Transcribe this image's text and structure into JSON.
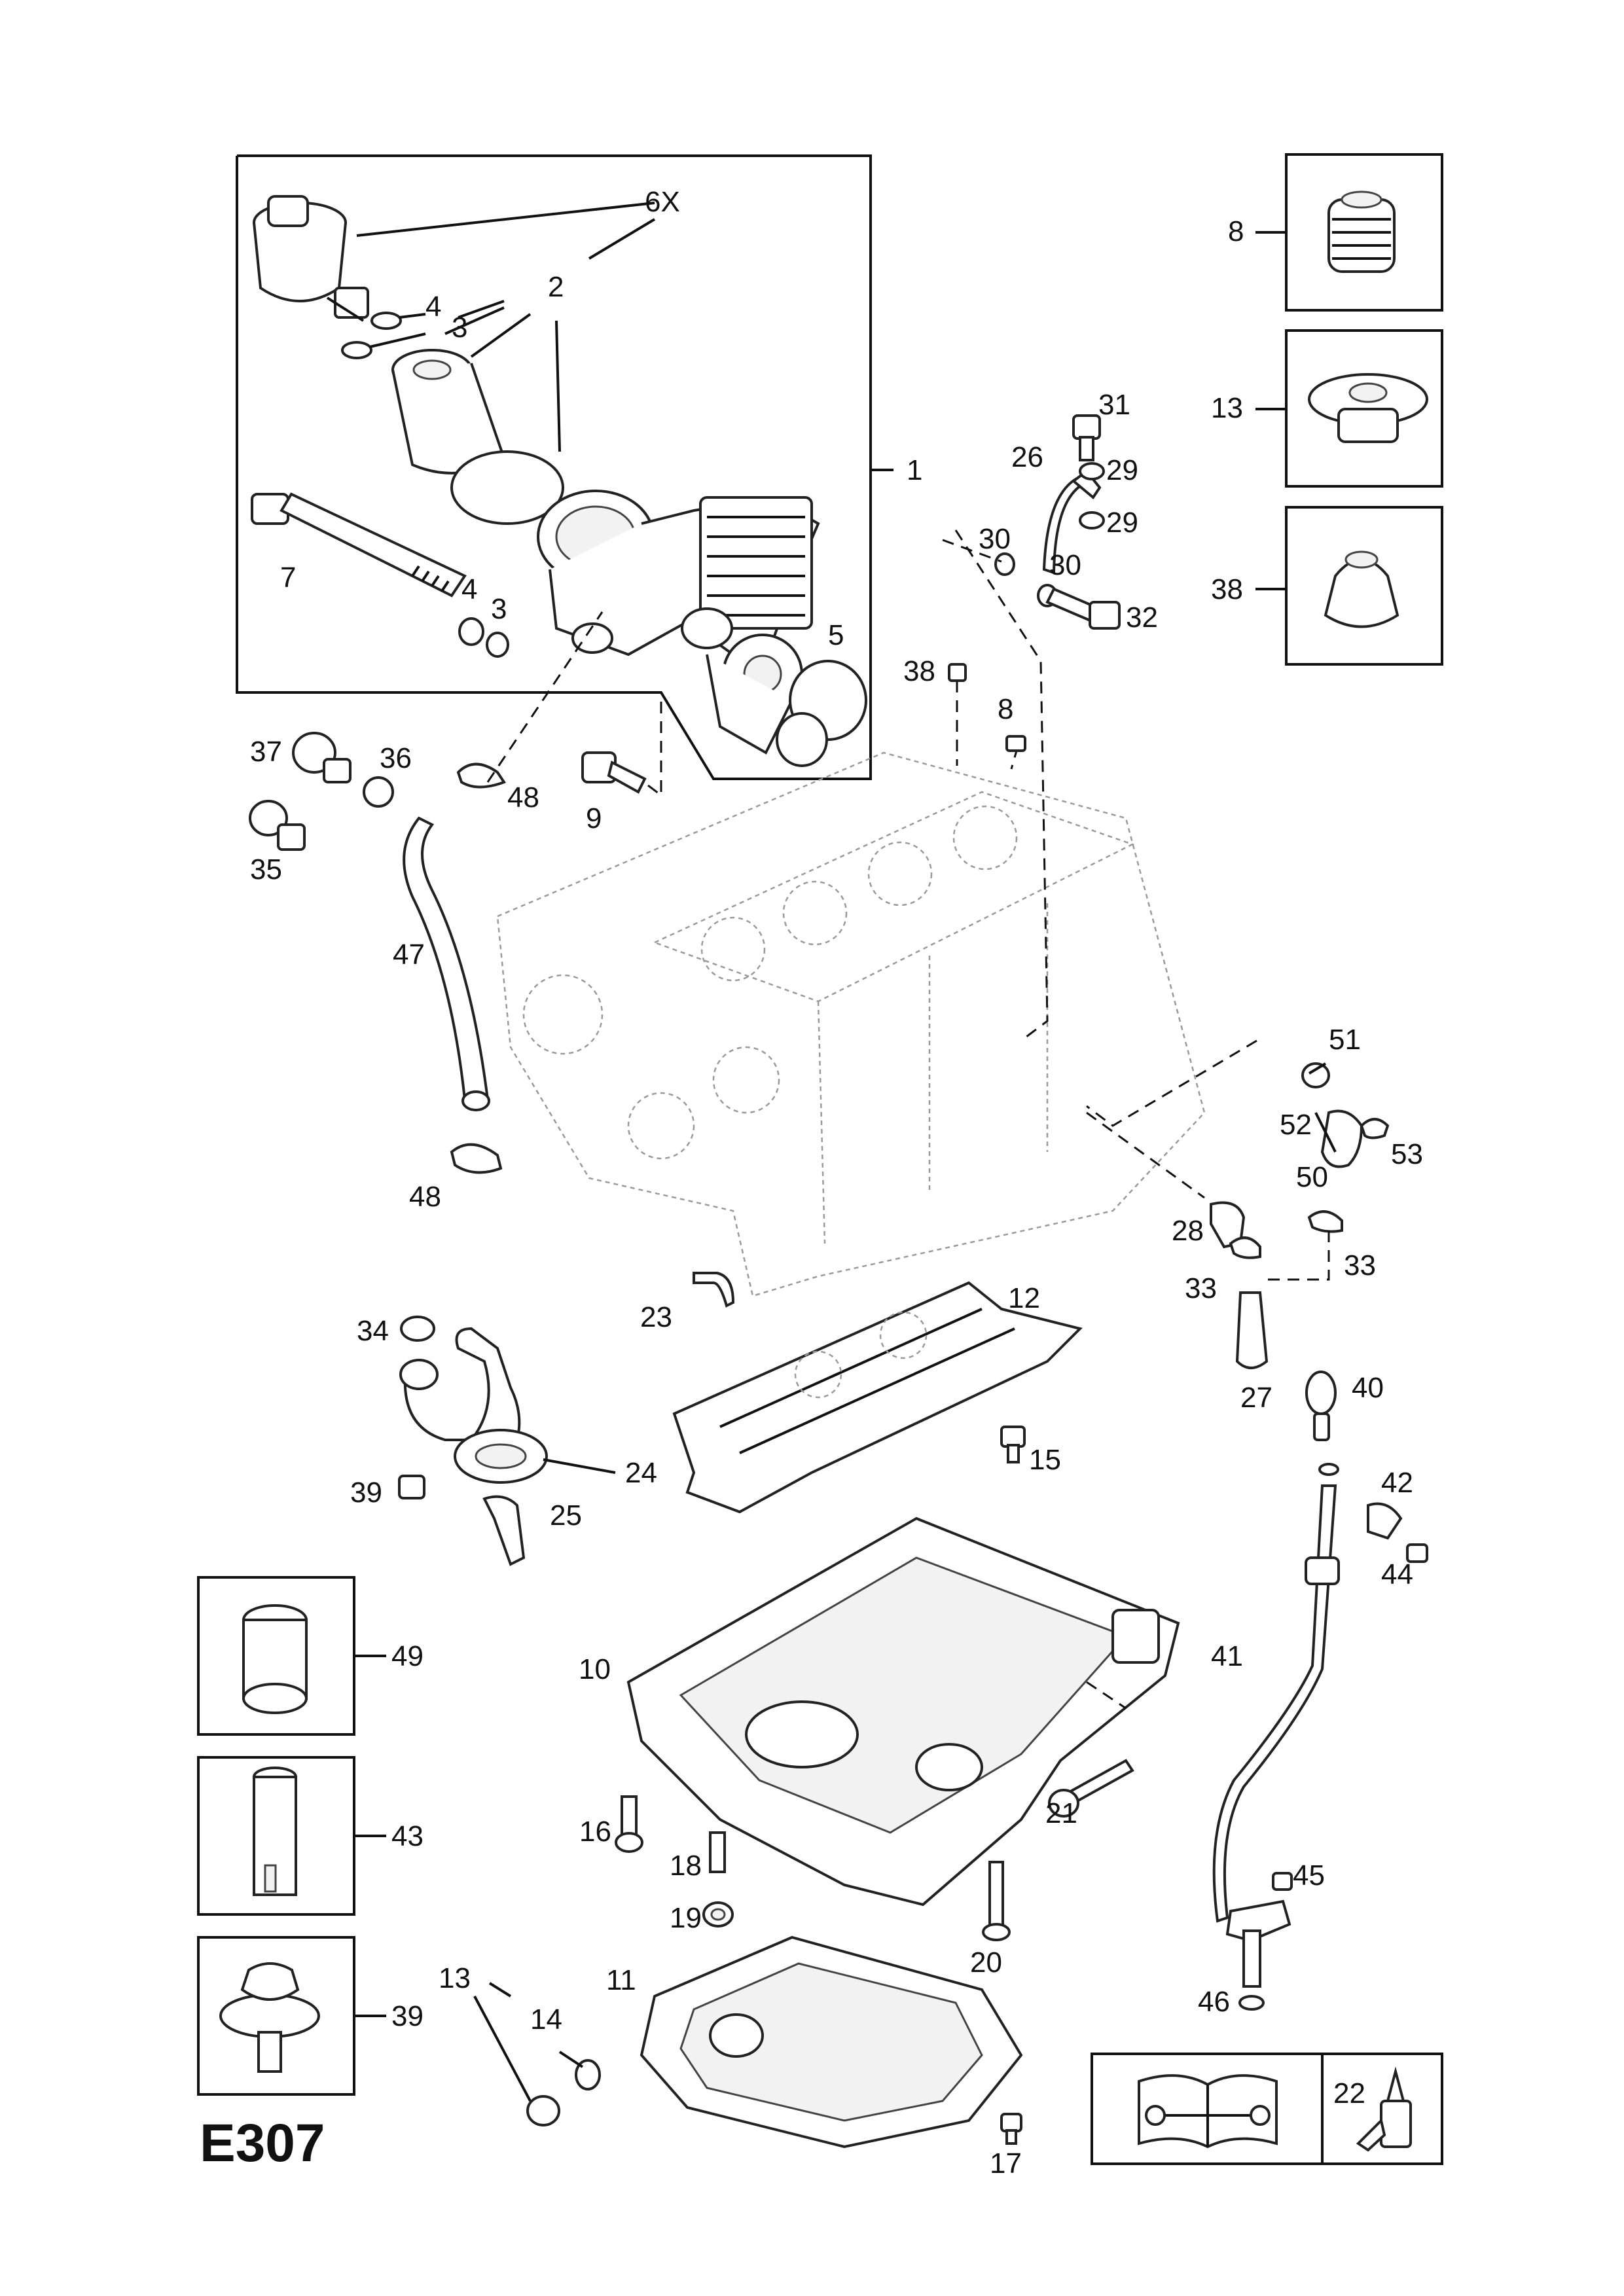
{
  "diagram_code": "E307",
  "labels": {
    "l1": "1",
    "l2": "2",
    "l3a": "3",
    "l3b": "3",
    "l4a": "4",
    "l4b": "4",
    "l5": "5",
    "l6x": "6X",
    "l7": "7",
    "l8a": "8",
    "l8b": "8",
    "l9": "9",
    "l10": "10",
    "l11": "11",
    "l12": "12",
    "l13a": "13",
    "l13b": "13",
    "l14": "14",
    "l15": "15",
    "l16": "16",
    "l17": "17",
    "l18": "18",
    "l19": "19",
    "l20": "20",
    "l21": "21",
    "l22": "22",
    "l23": "23",
    "l24": "24",
    "l25": "25",
    "l26": "26",
    "l27": "27",
    "l28": "28",
    "l29a": "29",
    "l29b": "29",
    "l30a": "30",
    "l30b": "30",
    "l31": "31",
    "l32": "32",
    "l33a": "33",
    "l33b": "33",
    "l34": "34",
    "l35": "35",
    "l36": "36",
    "l37": "37",
    "l38a": "38",
    "l38b": "38",
    "l39a": "39",
    "l39b": "39",
    "l40": "40",
    "l41": "41",
    "l42": "42",
    "l43": "43",
    "l44": "44",
    "l45": "45",
    "l46": "46",
    "l47": "47",
    "l48a": "48",
    "l48b": "48",
    "l49": "49",
    "l50": "50",
    "l51": "51",
    "l52": "52",
    "l53": "53"
  },
  "icons": {
    "manual": "manual-book-wrench-icon",
    "sealant": "sealant-tube-icon"
  }
}
